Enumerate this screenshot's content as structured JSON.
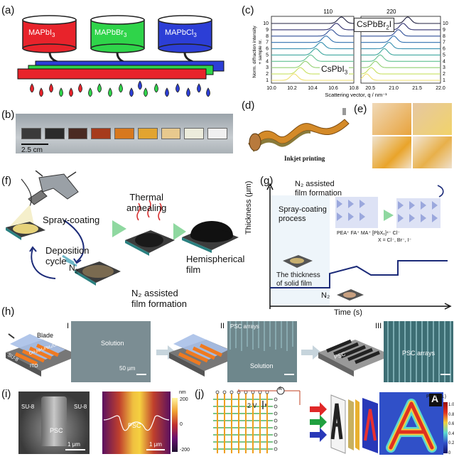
{
  "panels": {
    "a": "(a)",
    "b": "(b)",
    "c": "(c)",
    "d": "(d)",
    "e": "(e)",
    "f": "(f)",
    "g": "(g)",
    "h": "(h)",
    "i": "(i)",
    "j": "(j)"
  },
  "a": {
    "inks": [
      {
        "label": "MAPbI3",
        "base": "MAPbI",
        "sub": "3",
        "color": "#e8232b"
      },
      {
        "label": "MAPbBr3",
        "base": "MAPbBr",
        "sub": "3",
        "color": "#2fd44a"
      },
      {
        "label": "MAPbCl3",
        "base": "MAPbCl",
        "sub": "3",
        "color": "#2c3ed6"
      }
    ]
  },
  "b": {
    "scale": "2.5 cm",
    "colors": [
      "#3a3a3a",
      "#2b2b2b",
      "#4a2a22",
      "#a63b1c",
      "#d7781e",
      "#e2a430",
      "#e8c98e",
      "#ececdc",
      "#f0f0f0"
    ]
  },
  "c": {
    "peak_left": "110",
    "peak_right": "220",
    "top_label": {
      "base": "CsPbBr",
      "sub": "2",
      "tail": "I"
    },
    "bottom_label": {
      "base": "CsPbI",
      "sub": "3"
    },
    "ylabel_line1": "Norm. diffraction intensity",
    "ylabel_line2": "+ sample nr.",
    "xlabel": "Scattering vector, q / nm⁻¹",
    "ticks_left": [
      "10.0",
      "10.2",
      "10.4",
      "10.6",
      "10.8"
    ],
    "ticks_right": [
      "20.5",
      "21.0",
      "21.5",
      "22.0"
    ],
    "sample_numbers": [
      "1",
      "2",
      "3",
      "4",
      "5",
      "6",
      "7",
      "8",
      "9",
      "10"
    ]
  },
  "chart_data": {
    "type": "line",
    "title": "",
    "xlabel": "Scattering vector, q / nm⁻¹",
    "ylabel": "Norm. diffraction intensity + sample nr.",
    "xlim_left": [
      10.0,
      10.8
    ],
    "xlim_right": [
      20.3,
      22.0
    ],
    "series": [
      {
        "name": "1",
        "peak_left": 10.22,
        "peak_right": 20.42
      },
      {
        "name": "2",
        "peak_left": 10.28,
        "peak_right": 20.52
      },
      {
        "name": "3",
        "peak_left": 10.33,
        "peak_right": 20.61
      },
      {
        "name": "4",
        "peak_left": 10.38,
        "peak_right": 20.71
      },
      {
        "name": "5",
        "peak_left": 10.43,
        "peak_right": 20.8
      },
      {
        "name": "6",
        "peak_left": 10.48,
        "peak_right": 20.9
      },
      {
        "name": "7",
        "peak_left": 10.53,
        "peak_right": 21.0
      },
      {
        "name": "8",
        "peak_left": 10.58,
        "peak_right": 21.1
      },
      {
        "name": "9",
        "peak_left": 10.63,
        "peak_right": 21.2
      },
      {
        "name": "10",
        "peak_left": 10.68,
        "peak_right": 21.3
      }
    ]
  },
  "d": {
    "caption": "Inkjet printing"
  },
  "f": {
    "spray": "Spray-coating",
    "deposition_line1": "Deposition",
    "deposition_line2": "cycle",
    "n2": "N",
    "n2sub": "2",
    "thermal_line1": "Thermal",
    "thermal_line2": "annealing",
    "hemi_line1": "Hemispherical",
    "hemi_line2": "film",
    "assist_line1": "N₂ assisted",
    "assist_line2": "film formation"
  },
  "g": {
    "assist_line1": "N₂ assisted",
    "assist_line2": "film formation",
    "process_line1": "Spray-coating",
    "process_line2": "process",
    "thick_line1": "The thickness",
    "thick_line2": "of solid film",
    "ylabel": "Thickness (μm)",
    "xlabel": "Time (s)",
    "n2": "N₂",
    "legend": "PEA⁺   FA⁺   MA⁺   [PbX₆]⁴⁻  Cl⁻",
    "legend2": "X = Cl⁻, Br⁻, I⁻"
  },
  "h": {
    "blade": "Blade",
    "ink": "CH₃NH₃PbI₃/DMF",
    "su8": "SU-8",
    "ito": "ITO",
    "roman1": "I",
    "roman2": "II",
    "roman3": "III",
    "solution": "Solution",
    "solution2": "Solution",
    "scale": "50 μm",
    "psc_arrays": "PSC arrays",
    "psc_arrays2": "PSC arrays",
    "psc": "PSC"
  },
  "i": {
    "su8_left": "SU-8",
    "su8_right": "SU-8",
    "psc": "PSC",
    "psc2": "PSC",
    "scale1": "1 μm",
    "scale2": "1 μm",
    "unit": "nm",
    "cb_max": "200",
    "cb_mid": "0",
    "cb_min": "-200"
  },
  "j": {
    "voltage": "2 V",
    "ammeter": "A",
    "letter": "A",
    "cb_title": "PC (a.u.)",
    "cb_ticks": [
      "1.0",
      "0.8",
      "0.6",
      "0.4",
      "0.2",
      "0"
    ]
  }
}
